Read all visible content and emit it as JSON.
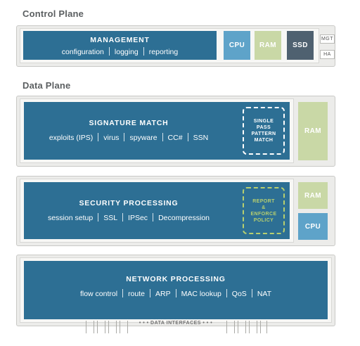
{
  "control_plane": {
    "heading": "Control Plane",
    "management": {
      "title": "MANAGEMENT",
      "items": [
        "configuration",
        "logging",
        "reporting"
      ]
    },
    "chips": {
      "cpu": "CPU",
      "ram": "RAM",
      "ssd": "SSD"
    },
    "ports": {
      "mgt": "MGT",
      "ha": "HA"
    }
  },
  "data_plane": {
    "heading": "Data Plane",
    "signature_match": {
      "title": "SIGNATURE MATCH",
      "items": [
        "exploits (IPS)",
        "virus",
        "spyware",
        "CC#",
        "SSN"
      ],
      "badge_lines": [
        "SINGLE",
        "PASS",
        "PATTERN",
        "MATCH"
      ],
      "ram": "RAM"
    },
    "security_processing": {
      "title": "SECURITY PROCESSING",
      "items": [
        "session setup",
        "SSL",
        "IPSec",
        "Decompression"
      ],
      "badge_lines": [
        "REPORT",
        "&",
        "ENFORCE",
        "POLICY"
      ],
      "ram": "RAM",
      "cpu": "CPU"
    },
    "network_processing": {
      "title": "NETWORK PROCESSING",
      "items": [
        "flow control",
        "route",
        "ARP",
        "MAC lookup",
        "QoS",
        "NAT"
      ]
    },
    "interfaces_label": "• • • DATA INTERFACES • • •"
  },
  "colors": {
    "block_blue": "#2d6f94",
    "chip_light_blue": "#5ea3c9",
    "chip_green": "#c9d8a6",
    "chip_gray": "#4f6170",
    "badge_green": "#b7cf6f"
  }
}
